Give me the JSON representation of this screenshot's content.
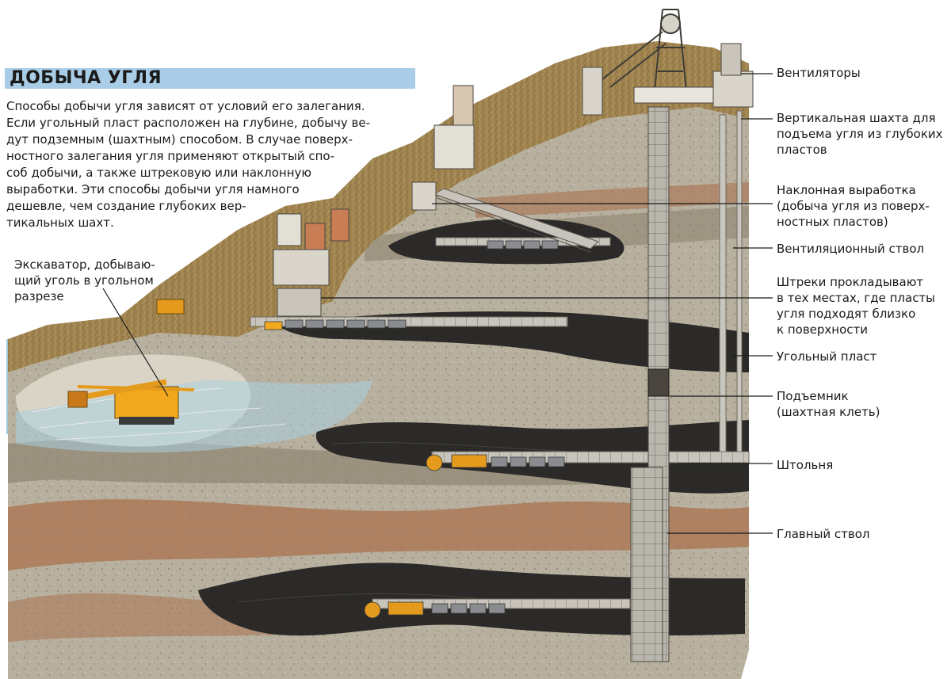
{
  "title": "ДОБЫЧА УГЛЯ",
  "intro_lines": [
    "Способы добычи угля зависят от условий его залегания.",
    "Если угольный пласт расположен на глубине, добычу ве-",
    "дут подземным (шахтным) способом. В случае поверх-",
    "ностного залегания угля применяют открытый спо-",
    "соб добычи, а также штрековую или наклонную",
    "выработки. Эти способы добычи угля намного",
    "дешевле, чем создание глубоких вер-",
    "тикальных шахт."
  ],
  "left_label": {
    "lines": [
      "Экскаватор, добываю-",
      "щий уголь в угольном",
      "разрезе"
    ]
  },
  "labels": [
    {
      "id": "ventilators",
      "lines": [
        "Вентиляторы"
      ]
    },
    {
      "id": "vertical-shaft",
      "lines": [
        "Вертикальная шахта для",
        "подъема угля из глубоких",
        "пластов"
      ]
    },
    {
      "id": "inclined-working",
      "lines": [
        "Наклонная выработка",
        "(добыча угля из поверх-",
        "ностных пластов)"
      ]
    },
    {
      "id": "ventilation-shaft",
      "lines": [
        "Вентиляционный ствол"
      ]
    },
    {
      "id": "drifts",
      "lines": [
        "Штреки прокладывают",
        "в тех местах, где пласты",
        "угля подходят близко",
        "к поверхности"
      ]
    },
    {
      "id": "coal-seam",
      "lines": [
        "Угольный пласт"
      ]
    },
    {
      "id": "cage",
      "lines": [
        "Подъемник",
        "(шахтная клеть)"
      ]
    },
    {
      "id": "adit",
      "lines": [
        "Штольня"
      ]
    },
    {
      "id": "main-shaft",
      "lines": [
        "Главный ствол"
      ]
    }
  ],
  "colors": {
    "title_bar": "#a9cde6",
    "coal": "#2b2a28",
    "rock_light": "#bdb6a6",
    "rock_mid": "#9b8f7c",
    "rust_layer": "#a9724e",
    "grass": "#a08450",
    "water": "#9fc8d8",
    "excavator": "#f2a81d"
  }
}
